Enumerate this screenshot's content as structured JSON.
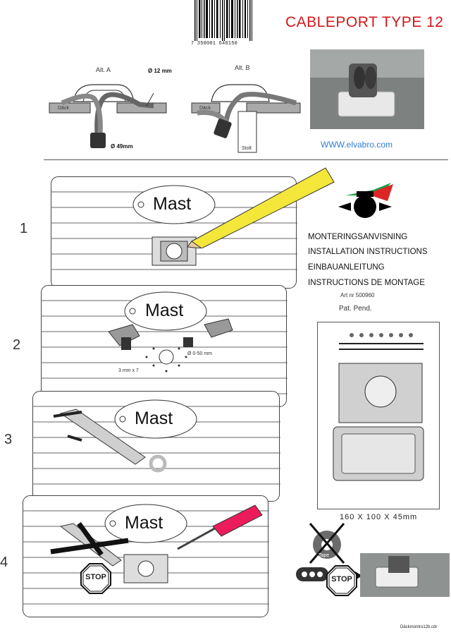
{
  "header": {
    "title": "CABLEPORT TYPE  12",
    "barcode_number": "7 350001 640150"
  },
  "diagram_top": {
    "alt_a_label": "Alt. A",
    "alt_b_label": "Alt. B",
    "cable_diameter_label": "Ø 12 mm",
    "connector_diameter_label": "Ø  49mm",
    "deck_label_a": "Däck",
    "deck_label_b": "Däck",
    "mast_step_label": "Stolt"
  },
  "website": "WWW.elvabro.com",
  "instructions": {
    "lines": [
      "MONTERINGSANVISNING",
      "INSTALLATION INSTRUCTIONS",
      "EINBAUANLEITUNG",
      "INSTRUCTIONS DE MONTAGE"
    ],
    "art_nr": "Art nr 500960",
    "pat_pend": "Pat. Pend."
  },
  "steps": [
    {
      "number": "1",
      "mast_label": "Mast"
    },
    {
      "number": "2",
      "mast_label": "Mast",
      "hole_diameter_label": "Ø 0-50 mm",
      "drill_label": "3 mm x 7"
    },
    {
      "number": "3",
      "mast_label": "Mast"
    },
    {
      "number": "4",
      "mast_label": "Mast"
    }
  ],
  "kit": {
    "dimensions": "160  X 100  X 45mm"
  },
  "warnings": {
    "tape_label": "Tape",
    "stop_label": "STOP"
  },
  "footer": {
    "filename": "Däckmontro12b.cdr"
  }
}
